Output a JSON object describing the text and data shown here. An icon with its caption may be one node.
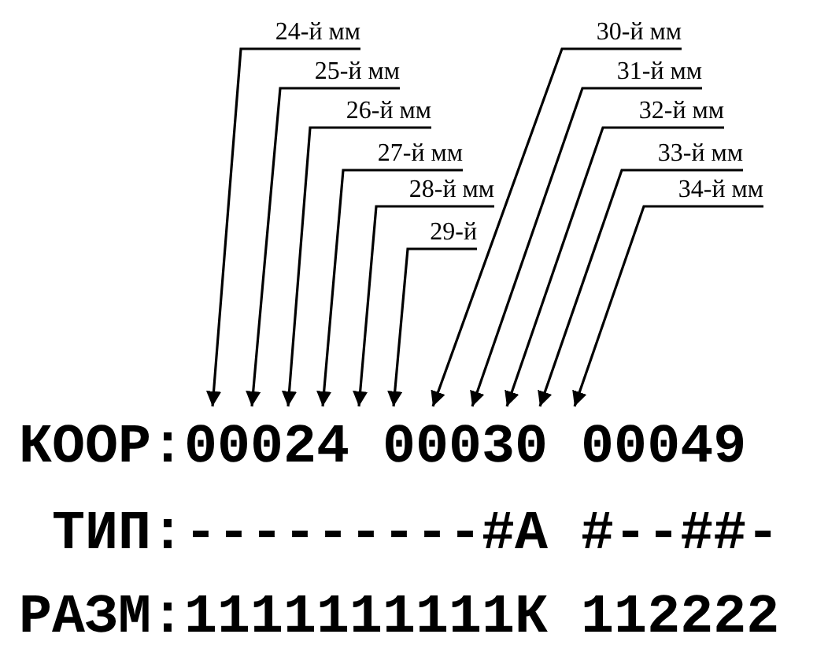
{
  "diagram": {
    "nodes": [
      {
        "text": [
          "24-й мм"
        ]
      },
      {
        "text": [
          "25-й мм"
        ]
      },
      {
        "text": [
          "26-й мм"
        ]
      },
      {
        "text": [
          "27-й мм"
        ]
      },
      {
        "text": [
          "28-й мм"
        ]
      },
      {
        "text": [
          "29-й"
        ]
      },
      {
        "text": [
          "30-й мм"
        ]
      },
      {
        "text": [
          "31-й мм"
        ]
      },
      {
        "text": [
          "32-й мм"
        ]
      },
      {
        "text": [
          "33-й мм"
        ]
      },
      {
        "text": [
          "34-й мм"
        ]
      },
      {
        "text": [
          "КООР:00024 00030 00049"
        ]
      }
    ],
    "edges": [
      {
        "from": 0,
        "to": 11,
        "arrow": "to"
      },
      {
        "from": 1,
        "to": 11,
        "arrow": "to"
      },
      {
        "from": 2,
        "to": 11,
        "arrow": "to"
      },
      {
        "from": 3,
        "to": 11,
        "arrow": "to"
      },
      {
        "from": 4,
        "to": 11,
        "arrow": "to"
      },
      {
        "from": 5,
        "to": 11,
        "arrow": "to"
      },
      {
        "from": 6,
        "to": 11,
        "arrow": "to"
      },
      {
        "from": 7,
        "to": 11,
        "arrow": "to"
      },
      {
        "from": 8,
        "to": 11,
        "arrow": "to"
      },
      {
        "from": 9,
        "to": 11,
        "arrow": "to"
      },
      {
        "from": 10,
        "to": 11,
        "arrow": "to"
      }
    ],
    "labels": [
      "ТИП:---------#А #--##-",
      "РАЗМ:1111111111К 112222"
    ]
  }
}
